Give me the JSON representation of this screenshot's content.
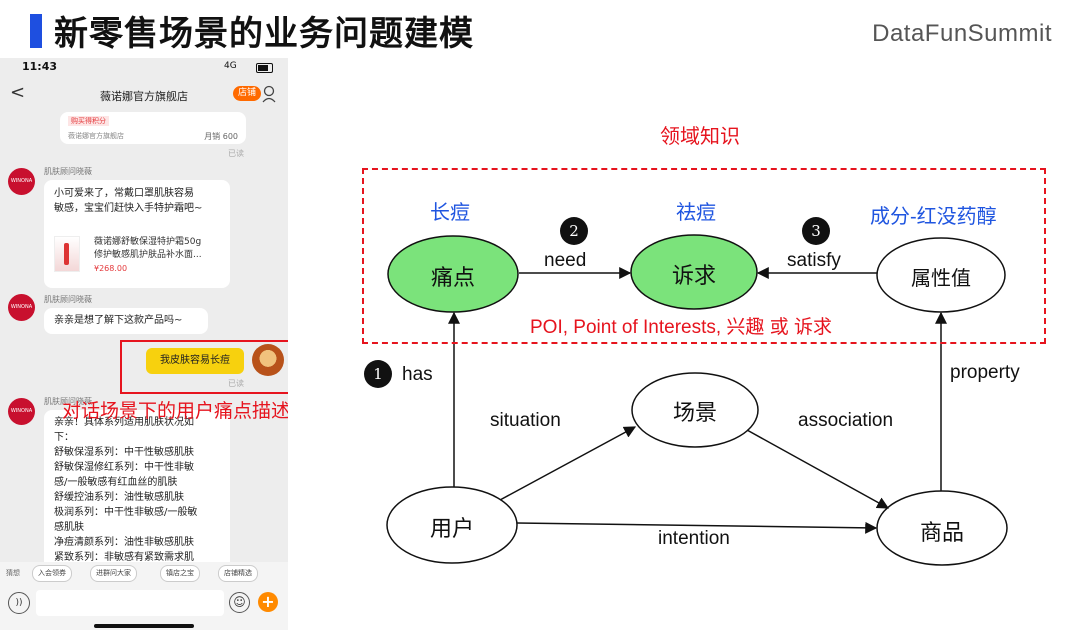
{
  "header": {
    "title": "新零售场景的业务问题建模",
    "brand": "DataFunSummit"
  },
  "phone": {
    "status": {
      "time": "11:43",
      "network": "4G"
    },
    "nav": {
      "back": "<",
      "shop_name": "薇诺娜官方旗舰店",
      "shop_badge": "店铺"
    },
    "top_card": {
      "tag": "购买得积分",
      "shop": "薇诺娜官方旗舰店",
      "sales": "月销 600"
    },
    "read_label": "已读",
    "messages": [
      {
        "sender": "肌肤顾问晓薇",
        "text": "小可爱来了，常戴口罩肌肤容易\n敏感，宝宝们赶快入手特护霜吧~",
        "product": {
          "name": "薇诺娜舒敏保湿特护霜50g\n修护敏感肌护肤品补水面...",
          "price": "¥268.00"
        }
      },
      {
        "sender": "肌肤顾问晓薇",
        "text": "亲亲是想了解下这款产品吗~"
      },
      {
        "sender": "肌肤顾问晓薇",
        "text": "亲亲！具体系列适用肌肤状况如\n下：\n舒敏保湿系列：中干性敏感肌肤\n舒敏保湿修红系列：中干性非敏\n感/一般敏感有红血丝的肌肤\n舒缓控油系列：油性敏感肌肤\n极润系列：中干性非敏感/一般敏\n感肌肤\n净痘清颜系列：油性非敏感肌肤\n紧致系列：非敏感有紧致需求肌"
      }
    ],
    "avatar_label": "WINONA\n薇诺娜",
    "user_message": "我皮肤容易长痘",
    "annotation": "对话场景下的用户痛点描述",
    "toolbar": {
      "first": "猜想",
      "chips": [
        "入会领券",
        "进群问大家",
        "镇店之宝",
        "店铺精选"
      ]
    },
    "input": {
      "plus": "+"
    }
  },
  "diagram": {
    "domain_title": "领域知识",
    "top_labels": {
      "left": "长痘",
      "middle": "祛痘",
      "right": "成分-红没药醇"
    },
    "nodes": {
      "pain": "痛点",
      "demand": "诉求",
      "attr": "属性值",
      "scene": "场景",
      "user": "用户",
      "product": "商品"
    },
    "edges": {
      "need": "need",
      "satisfy": "satisfy",
      "has": "has",
      "situation": "situation",
      "association": "association",
      "intention": "intention",
      "property": "property"
    },
    "steps": {
      "one": "1",
      "two": "2",
      "three": "3"
    },
    "poi_text": "POI, Point of Interests, 兴趣 或 诉求",
    "colors": {
      "highlight_node": "#7be37b",
      "accent_red": "#e6141e",
      "accent_blue": "#1f55e0"
    }
  }
}
